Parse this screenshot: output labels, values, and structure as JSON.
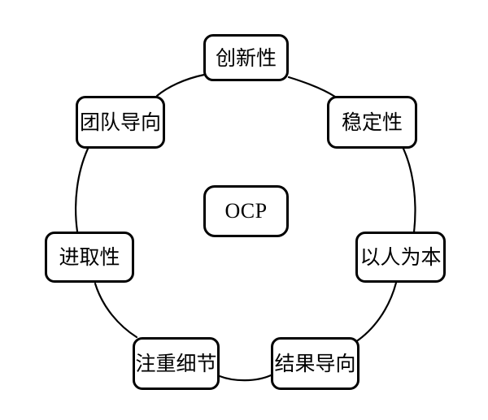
{
  "diagram": {
    "title": "OCP",
    "type": "cycle-diagram",
    "center": {
      "id": "ocp",
      "label": "OCP"
    },
    "nodes": [
      {
        "id": "innovation",
        "label": "创新性",
        "position": "top"
      },
      {
        "id": "stability",
        "label": "稳定性",
        "position": "top-right"
      },
      {
        "id": "people-first",
        "label": "以人为本",
        "position": "right"
      },
      {
        "id": "results",
        "label": "结果导向",
        "position": "bottom-right"
      },
      {
        "id": "detail",
        "label": "注重细节",
        "position": "bottom-left"
      },
      {
        "id": "aggressive",
        "label": "进取性",
        "position": "left"
      },
      {
        "id": "team",
        "label": "团队导向",
        "position": "top-left"
      }
    ],
    "colors": {
      "background": "#ffffff",
      "node_border": "#000000",
      "node_fill": "#ffffff",
      "edge": "#000000",
      "text": "#000000"
    }
  }
}
